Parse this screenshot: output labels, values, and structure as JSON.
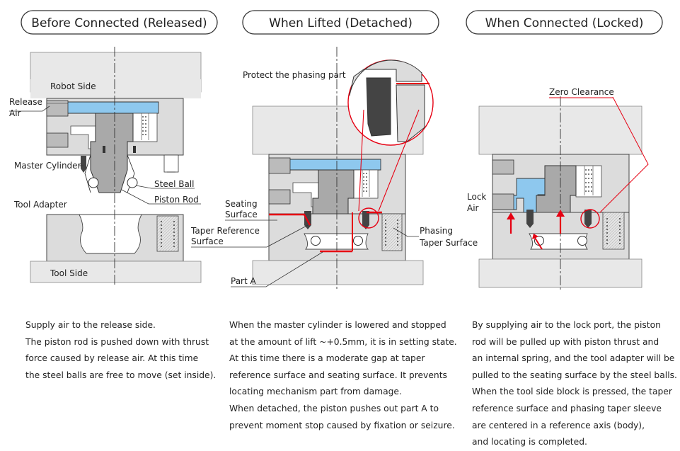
{
  "panels": [
    {
      "title": "Before Connected (Released)",
      "labels": {
        "robot_side": "Robot Side",
        "release_air_1": "Release",
        "release_air_2": "Air",
        "master_cylinder": "Master Cylinder",
        "steel_ball": "Steel Ball",
        "piston_rod": "Piston Rod",
        "tool_adapter": "Tool Adapter",
        "tool_side": "Tool Side"
      },
      "description": [
        "Supply air to the release side.",
        "The piston rod is pushed down with thrust",
        "force caused by release air. At this time",
        "the steel balls are free to move (set inside)."
      ]
    },
    {
      "title": "When Lifted (Detached)",
      "labels": {
        "protect": "Protect the phasing part",
        "seating_1": "Seating",
        "seating_2": "Surface",
        "taper_ref_1": "Taper Reference",
        "taper_ref_2": "Surface",
        "part_a": "Part A",
        "phasing_1": "Phasing",
        "phasing_2": "Taper Surface"
      },
      "description": [
        "When the master cylinder is lowered and stopped",
        "at the amount of lift ~+0.5mm, it is in setting state.",
        "At this time there is a moderate gap at taper",
        "reference surface and seating surface. It prevents",
        "locating mechanism part from damage.",
        "When detached, the piston pushes out part A to",
        "prevent moment stop caused by fixation or seizure."
      ]
    },
    {
      "title": "When Connected (Locked)",
      "labels": {
        "zero_clearance": "Zero Clearance",
        "lock_air_1": "Lock",
        "lock_air_2": "Air"
      },
      "description": [
        "By supplying air to the lock port, the piston",
        "rod will be pulled up with piston thrust and",
        "an internal spring, and the tool adapter will be",
        "pulled to the seating surface by the steel balls.",
        "When the tool side block is pressed, the taper",
        "reference surface and phasing taper sleeve",
        "are centered in a reference axis (body),",
        "and locating is completed."
      ]
    }
  ],
  "colors": {
    "air_channel": "#8ec8ee",
    "highlight": "#e60012",
    "housing": "#dcdcdc",
    "body": "#a9a9a9",
    "frame": "#e8e8e8"
  }
}
